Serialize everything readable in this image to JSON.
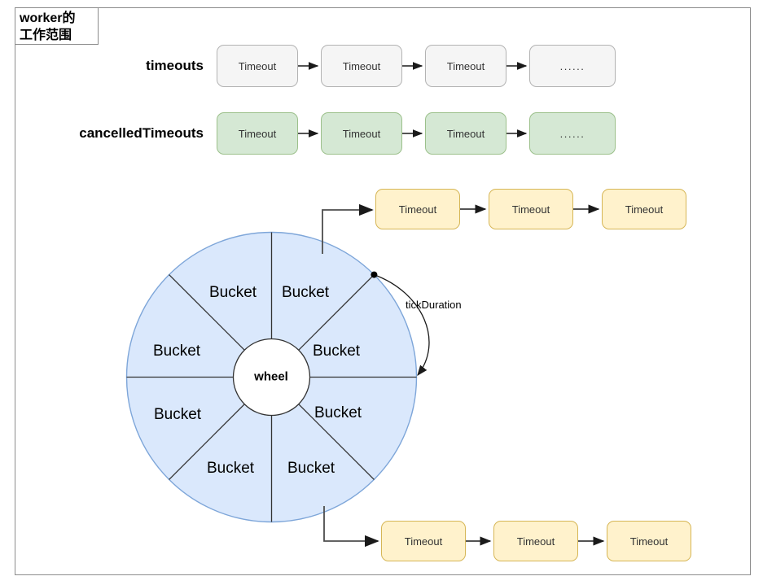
{
  "diagram": {
    "scope_tag": {
      "line1": "worker的",
      "line2": "工作范围"
    },
    "rows": [
      {
        "label": "timeouts",
        "style": "grey",
        "nodes": [
          "Timeout",
          "Timeout",
          "Timeout",
          "......"
        ]
      },
      {
        "label": "cancelledTimeouts",
        "style": "green",
        "nodes": [
          "Timeout",
          "Timeout",
          "Timeout",
          "......"
        ]
      }
    ],
    "bucket_chain_top": {
      "style": "yellow",
      "nodes": [
        "Timeout",
        "Timeout",
        "Timeout"
      ]
    },
    "bucket_chain_bottom": {
      "style": "yellow",
      "nodes": [
        "Timeout",
        "Timeout",
        "Timeout"
      ]
    },
    "wheel": {
      "center_label": "wheel",
      "bucket_labels": [
        "Bucket",
        "Bucket",
        "Bucket",
        "Bucket",
        "Bucket",
        "Bucket",
        "Bucket",
        "Bucket"
      ],
      "tick_label": "tickDuration"
    },
    "colors": {
      "grey_fill": "#f5f5f5",
      "grey_stroke": "#b3b3b3",
      "green_fill": "#d5e8d4",
      "green_stroke": "#9cc08b",
      "yellow_fill": "#fff2cc",
      "yellow_stroke": "#d6b656",
      "wheel_fill": "#dae8fc",
      "wheel_stroke": "#7ea6d9",
      "line": "#4d4d4d",
      "frame": "#8c8c8c"
    }
  }
}
